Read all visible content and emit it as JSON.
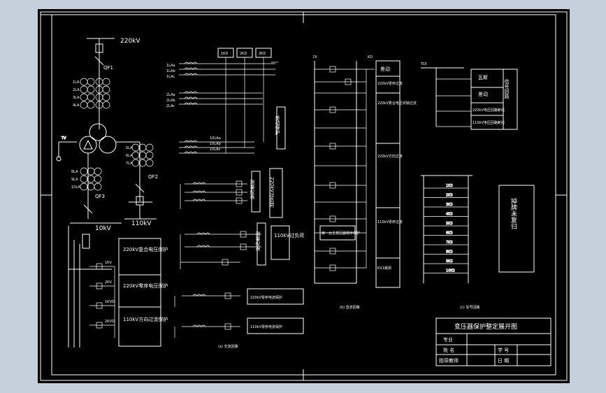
{
  "colors": {
    "background": "#000000",
    "stroke": "#ffffff",
    "frame": "#c6d0dc"
  },
  "primary": {
    "hv_label": "220kV",
    "qf1": "QF1",
    "qf2": "QF2",
    "qf3": "QF3",
    "mv_label": "110kV",
    "lv_label": "10kV",
    "tv_label": "TV",
    "ct_hv": [
      "1LA",
      "2LA",
      "3LA",
      "4LA"
    ],
    "ct_mv": [
      "5LA",
      "6LA",
      "7LA"
    ],
    "ct_lv": [
      "8LA",
      "9LA",
      "10LA"
    ]
  },
  "dc_top": {
    "relays": [
      "1KD",
      "2KD",
      "3KD"
    ],
    "hv_phases": [
      "1LAa",
      "1LAb",
      "1LAc"
    ],
    "mv_phases": [
      "2LAa",
      "2LAb",
      "2LAc"
    ],
    "lv_phases": [
      "10LAa",
      "10LAb",
      "10LAc"
    ],
    "box_diff": "差动保护",
    "box_meas1": "测量仪表",
    "box_ov": "220kV过负荷",
    "box_meas2": "测量仪表",
    "box_110ov": "110kV过负荷",
    "zero_seq_220": "220kV零序电流保护",
    "zero_seq_110": "110kV零序电流保护"
  },
  "left_panel": {
    "boxes": [
      "220kV复合电压保护",
      "220kV零序电压保护",
      "110kV方向过流保护"
    ],
    "contacts": [
      "1KV",
      "2KV",
      "1KVD",
      "2KVD"
    ]
  },
  "dc_circuit": {
    "bus_pos": "DI",
    "bus_neg": "KD",
    "items": [
      "差动",
      "220kV零序过流",
      "220kV复合电压闭锁过流",
      "220kV方向过流",
      "110kV零序过流",
      "KV1跳闸"
    ],
    "label_first_check": "第一台主变压器零序保护",
    "caption": "(b) 直流回路"
  },
  "signal": {
    "bus": "TDI",
    "items": [
      "瓦斯",
      "差动",
      "220kV电压回路断线",
      "110kV电压回路断线"
    ],
    "side_label": "信号回路",
    "relays": [
      "1KS",
      "2KS",
      "3KS",
      "4KS",
      "5KS",
      "6KS",
      "7KS",
      "8KS",
      "9KS",
      "10KS"
    ],
    "indicator": "掉牌未复归",
    "caption": "(c) 信号回路"
  },
  "ac_caption": "(a) 交流回路",
  "title_block": {
    "title": "变压器保护整定展开图",
    "rows": [
      {
        "label": "专业",
        "value": ""
      },
      {
        "label": "姓 名",
        "value2_label": "学 号"
      },
      {
        "label": "指导教师",
        "value2_label": "日 期"
      }
    ]
  }
}
